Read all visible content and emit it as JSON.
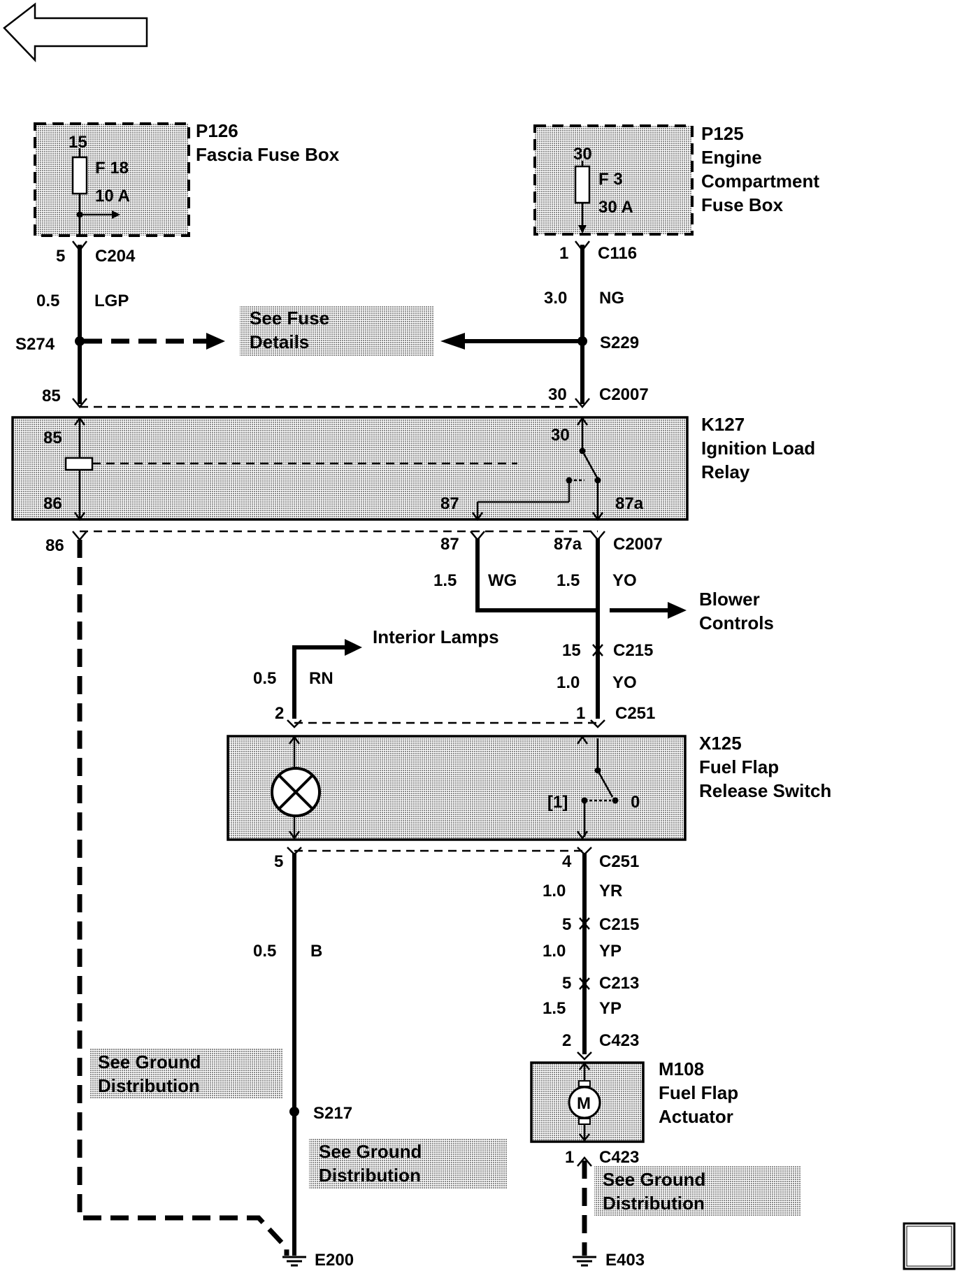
{
  "nav": {
    "back_arrow_icon": "left-arrow-outline-icon"
  },
  "colors": {
    "shade": "#d6d6d6",
    "ink": "#000000"
  },
  "components": {
    "p126": {
      "id": "P126",
      "name": "Fascia Fuse Box",
      "pin": "15",
      "fuse": "F 18",
      "rating": "10 A"
    },
    "p125": {
      "id": "P125",
      "name_l1": "Engine",
      "name_l2": "Compartment",
      "name_l3": "Fuse Box",
      "pin": "30",
      "fuse": "F 3",
      "rating": "30 A"
    },
    "k127": {
      "id": "K127",
      "name_l1": "Ignition Load",
      "name_l2": "Relay",
      "pin85": "85",
      "pin86": "86",
      "pin30": "30",
      "pin87": "87",
      "pin87a": "87a"
    },
    "x125": {
      "id": "X125",
      "name_l1": "Fuel Flap",
      "name_l2": "Release Switch",
      "pos1": "[1]",
      "pos0": "0"
    },
    "m108": {
      "id": "M108",
      "name_l1": "Fuel Flap",
      "name_l2": "Actuator",
      "motor": "M"
    }
  },
  "connectors": {
    "c204": {
      "pin": "5",
      "name": "C204"
    },
    "c116": {
      "pin": "1",
      "name": "C116"
    },
    "c2007_top": {
      "pin85": "85",
      "pin30": "30",
      "name": "C2007"
    },
    "c2007_bottom": {
      "pin86": "86",
      "pin87": "87",
      "pin87a": "87a",
      "name": "C2007"
    },
    "c215_top": {
      "pin": "15",
      "name": "C215"
    },
    "c251_top": {
      "pin2": "2",
      "pin1": "1",
      "name": "C251"
    },
    "c251_bottom": {
      "pin5": "5",
      "pin4": "4",
      "name": "C251"
    },
    "c215_bottom": {
      "pin": "5",
      "name": "C215"
    },
    "c213": {
      "pin": "5",
      "name": "C213"
    },
    "c423_top": {
      "pin": "2",
      "name": "C423"
    },
    "c423_bottom": {
      "pin": "1",
      "name": "C423"
    }
  },
  "splices": {
    "s274": "S274",
    "s229": "S229",
    "s217": "S217"
  },
  "grounds": {
    "e200": "E200",
    "e403": "E403"
  },
  "wires": {
    "lgp": {
      "size": "0.5",
      "color": "LGP"
    },
    "ng": {
      "size": "3.0",
      "color": "NG"
    },
    "wg": {
      "size": "1.5",
      "color": "WG"
    },
    "yo1": {
      "size": "1.5",
      "color": "YO"
    },
    "yo2": {
      "size": "1.0",
      "color": "YO"
    },
    "rn": {
      "size": "0.5",
      "color": "RN"
    },
    "b": {
      "size": "0.5",
      "color": "B"
    },
    "yr": {
      "size": "1.0",
      "color": "YR"
    },
    "yp1": {
      "size": "1.0",
      "color": "YP"
    },
    "yp2": {
      "size": "1.5",
      "color": "YP"
    }
  },
  "references": {
    "fuse_details": {
      "l1": "See Fuse",
      "l2": "Details"
    },
    "ground_left": {
      "l1": "See Ground",
      "l2": "Distribution"
    },
    "ground_mid": {
      "l1": "See Ground",
      "l2": "Distribution"
    },
    "ground_right": {
      "l1": "See Ground",
      "l2": "Distribution"
    },
    "blower": {
      "l1": "Blower",
      "l2": "Controls"
    },
    "interior_lamps": "Interior Lamps"
  }
}
